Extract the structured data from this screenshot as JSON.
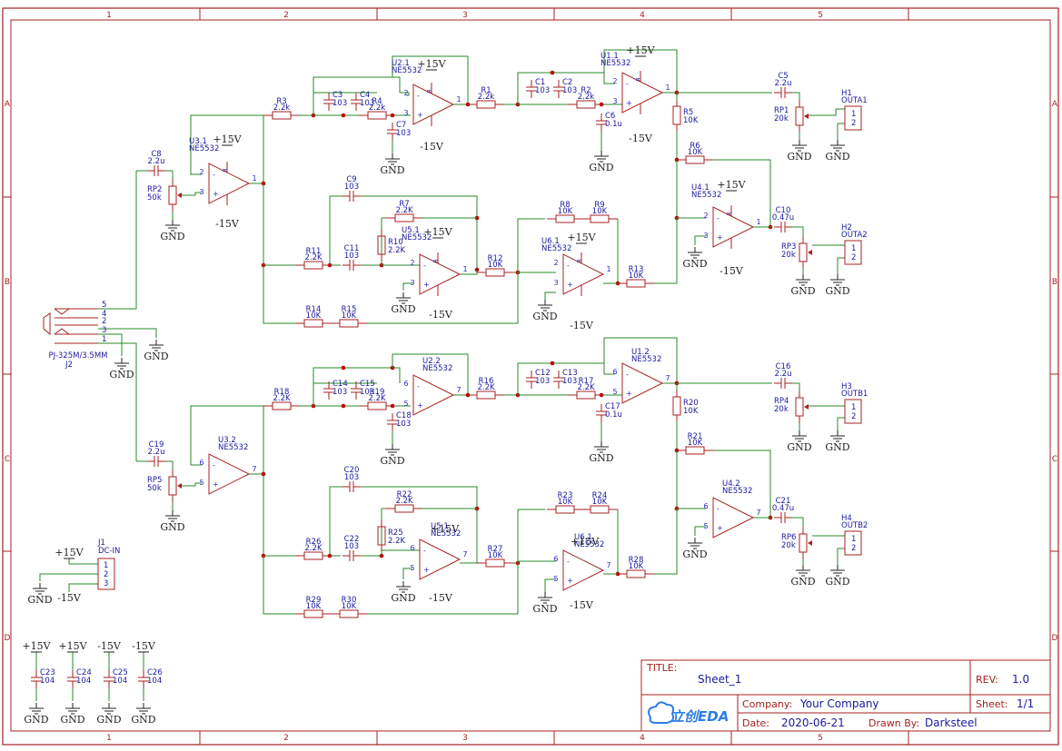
{
  "frame": {
    "columns": [
      "1",
      "2",
      "3",
      "4",
      "5"
    ],
    "rows": [
      "A",
      "B",
      "C",
      "D"
    ]
  },
  "colors": {
    "frame": "#a82020",
    "wire": "#2a8a2a",
    "part": "#a82020",
    "text": "#1a1aa0",
    "junction": "#c00000"
  },
  "title_block": {
    "title_label": "TITLE:",
    "title": "Sheet_1",
    "rev_label": "REV:",
    "rev": "1.0",
    "company_label": "Company:",
    "company": "Your Company",
    "sheet_label": "Sheet:",
    "sheet": "1/1",
    "date_label": "Date:",
    "date": "2020-06-21",
    "drawn_label": "Drawn By:",
    "drawn_by": "Darksteel",
    "logo": "立创EDA"
  },
  "labels": {
    "gnd": "GND",
    "p15": "+15V",
    "m15": "-15V",
    "opamp_model": "NE5532",
    "infinity": "∞",
    "pin_minus": "-",
    "pin_plus": "+",
    "r": {
      "R1": [
        "R1",
        "2.2k"
      ],
      "R2": [
        "R2",
        "2.2k"
      ],
      "R3": [
        "R3",
        "2.2k"
      ],
      "R4": [
        "R4",
        "2.2k"
      ],
      "R5": [
        "R5",
        "10K"
      ],
      "R6": [
        "R6",
        "10K"
      ],
      "R7": [
        "R7",
        "2.2K"
      ],
      "R8": [
        "R8",
        "10K"
      ],
      "R9": [
        "R9",
        "10K"
      ],
      "R10": [
        "R10",
        "2.2K"
      ],
      "R11": [
        "R11",
        "2.2K"
      ],
      "R12": [
        "R12",
        "10K"
      ],
      "R13": [
        "R13",
        "10K"
      ],
      "R14": [
        "R14",
        "10K"
      ],
      "R15": [
        "R15",
        "10K"
      ],
      "R16": [
        "R16",
        "2.2K"
      ],
      "R17": [
        "R17",
        "2.2K"
      ],
      "R18": [
        "R18",
        "2.2K"
      ],
      "R19": [
        "R19",
        "2.2K"
      ],
      "R20": [
        "R20",
        "10K"
      ],
      "R21": [
        "R21",
        "10K"
      ],
      "R22": [
        "R22",
        "2.2K"
      ],
      "R23": [
        "R23",
        "10K"
      ],
      "R24": [
        "R24",
        "10K"
      ],
      "R25": [
        "R25",
        "2.2K"
      ],
      "R26": [
        "R26",
        "2.2K"
      ],
      "R27": [
        "R27",
        "10K"
      ],
      "R28": [
        "R28",
        "10K"
      ],
      "R29": [
        "R29",
        "10K"
      ],
      "R30": [
        "R30",
        "10K"
      ]
    },
    "c": {
      "C1": [
        "C1",
        "103"
      ],
      "C2": [
        "C2",
        "103"
      ],
      "C3": [
        "C3",
        "103"
      ],
      "C4": [
        "C4",
        "103"
      ],
      "C5": [
        "C5",
        "2.2u"
      ],
      "C6": [
        "C6",
        "0.1u"
      ],
      "C7": [
        "C7",
        "103"
      ],
      "C8": [
        "C8",
        "2.2u"
      ],
      "C9": [
        "C9",
        "103"
      ],
      "C10": [
        "C10",
        "0.47u"
      ],
      "C11": [
        "C11",
        "103"
      ],
      "C12": [
        "C12",
        "103"
      ],
      "C13": [
        "C13",
        "103"
      ],
      "C14": [
        "C14",
        "103"
      ],
      "C15": [
        "C15",
        "103"
      ],
      "C16": [
        "C16",
        "2.2u"
      ],
      "C17": [
        "C17",
        "0.1u"
      ],
      "C18": [
        "C18",
        "103"
      ],
      "C19": [
        "C19",
        "2.2u"
      ],
      "C20": [
        "C20",
        "103"
      ],
      "C21": [
        "C21",
        "0.47u"
      ],
      "C22": [
        "C22",
        "103"
      ],
      "C23": [
        "C23",
        "104"
      ],
      "C24": [
        "C24",
        "104"
      ],
      "C25": [
        "C25",
        "104"
      ],
      "C26": [
        "C26",
        "104"
      ]
    },
    "rp": {
      "RP1": [
        "RP1",
        "20k"
      ],
      "RP2": [
        "RP2",
        "50k"
      ],
      "RP3": [
        "RP3",
        "20k"
      ],
      "RP4": [
        "RP4",
        "20k"
      ],
      "RP5": [
        "RP5",
        "50k"
      ],
      "RP6": [
        "RP6",
        "20k"
      ]
    },
    "u": {
      "U1.1": "U1.1",
      "U1.2": "U1.2",
      "U2.1": "U2.1",
      "U2.2": "U2.2",
      "U3.1": "U3.1",
      "U3.2": "U3.2",
      "U4.1": "U4.1",
      "U4.2": "U4.2",
      "U5.1": "U5.1",
      "U6.1": "U6.1"
    },
    "h": {
      "H1": [
        "H1",
        "OUTA1"
      ],
      "H2": [
        "H2",
        "OUTA2"
      ],
      "H3": [
        "H3",
        "OUTB1"
      ],
      "H4": [
        "H4",
        "OUTB2"
      ]
    },
    "j1": [
      "J1",
      "DC-IN"
    ],
    "j2": [
      "PJ-325M/3.5MM",
      "J2"
    ]
  }
}
